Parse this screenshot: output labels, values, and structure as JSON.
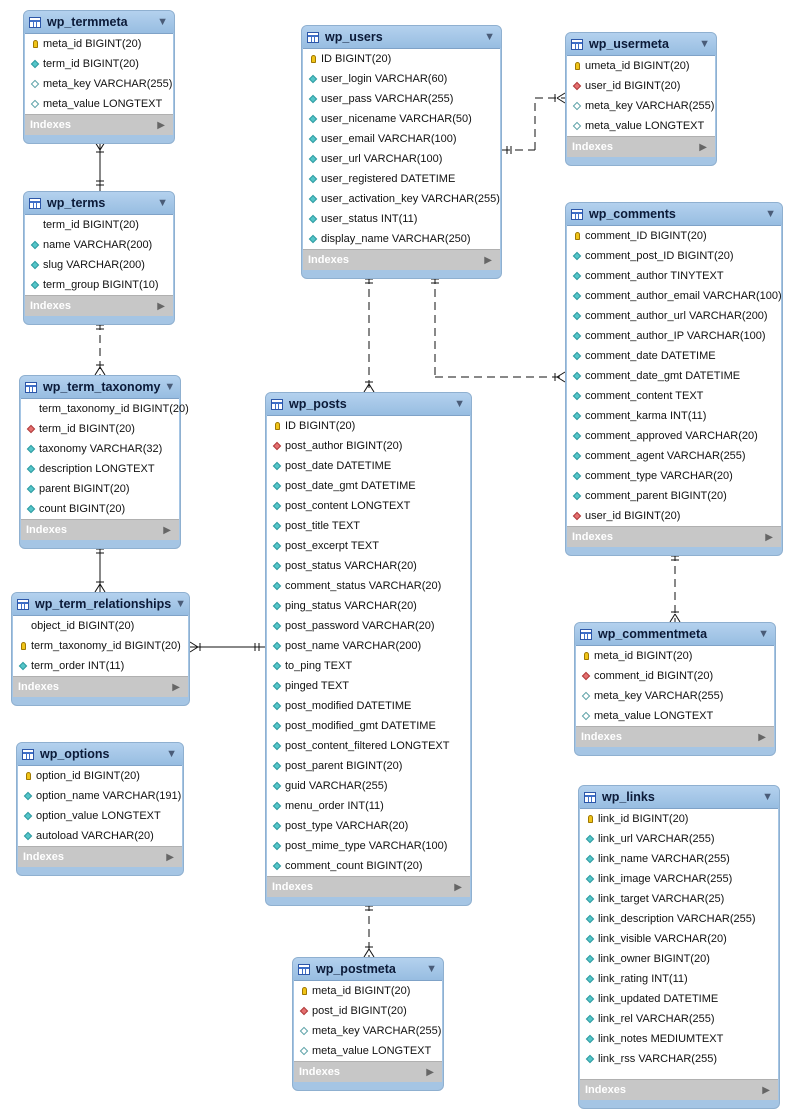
{
  "tables": [
    {
      "id": "wp_termmeta",
      "name": "wp_termmeta",
      "indexes": "Indexes",
      "columns": [
        {
          "text": "meta_id BIGINT(20)",
          "kind": "pk"
        },
        {
          "text": "term_id BIGINT(20)",
          "kind": "col"
        },
        {
          "text": "meta_key VARCHAR(255)",
          "kind": "nul"
        },
        {
          "text": "meta_value LONGTEXT",
          "kind": "nul"
        }
      ]
    },
    {
      "id": "wp_terms",
      "name": "wp_terms",
      "indexes": "Indexes",
      "columns": [
        {
          "text": "term_id BIGINT(20)",
          "kind": "none"
        },
        {
          "text": "name VARCHAR(200)",
          "kind": "col"
        },
        {
          "text": "slug VARCHAR(200)",
          "kind": "col"
        },
        {
          "text": "term_group BIGINT(10)",
          "kind": "col"
        }
      ]
    },
    {
      "id": "wp_term_taxonomy",
      "name": "wp_term_taxonomy",
      "indexes": "Indexes",
      "columns": [
        {
          "text": "term_taxonomy_id BIGINT(20)",
          "kind": "none"
        },
        {
          "text": "term_id BIGINT(20)",
          "kind": "fk"
        },
        {
          "text": "taxonomy VARCHAR(32)",
          "kind": "col"
        },
        {
          "text": "description LONGTEXT",
          "kind": "col"
        },
        {
          "text": "parent BIGINT(20)",
          "kind": "col"
        },
        {
          "text": "count BIGINT(20)",
          "kind": "col"
        }
      ]
    },
    {
      "id": "wp_term_relationships",
      "name": "wp_term_relationships",
      "indexes": "Indexes",
      "columns": [
        {
          "text": "object_id BIGINT(20)",
          "kind": "none"
        },
        {
          "text": "term_taxonomy_id BIGINT(20)",
          "kind": "pk"
        },
        {
          "text": "term_order INT(11)",
          "kind": "col"
        }
      ]
    },
    {
      "id": "wp_options",
      "name": "wp_options",
      "indexes": "Indexes",
      "columns": [
        {
          "text": "option_id BIGINT(20)",
          "kind": "pk"
        },
        {
          "text": "option_name VARCHAR(191)",
          "kind": "col"
        },
        {
          "text": "option_value LONGTEXT",
          "kind": "col"
        },
        {
          "text": "autoload VARCHAR(20)",
          "kind": "col"
        }
      ]
    },
    {
      "id": "wp_users",
      "name": "wp_users",
      "indexes": "Indexes",
      "columns": [
        {
          "text": "ID BIGINT(20)",
          "kind": "pk"
        },
        {
          "text": "user_login VARCHAR(60)",
          "kind": "col"
        },
        {
          "text": "user_pass VARCHAR(255)",
          "kind": "col"
        },
        {
          "text": "user_nicename VARCHAR(50)",
          "kind": "col"
        },
        {
          "text": "user_email VARCHAR(100)",
          "kind": "col"
        },
        {
          "text": "user_url VARCHAR(100)",
          "kind": "col"
        },
        {
          "text": "user_registered DATETIME",
          "kind": "col"
        },
        {
          "text": "user_activation_key VARCHAR(255)",
          "kind": "col"
        },
        {
          "text": "user_status INT(11)",
          "kind": "col"
        },
        {
          "text": "display_name VARCHAR(250)",
          "kind": "col"
        }
      ]
    },
    {
      "id": "wp_posts",
      "name": "wp_posts",
      "indexes": "Indexes",
      "columns": [
        {
          "text": "ID BIGINT(20)",
          "kind": "pk"
        },
        {
          "text": "post_author BIGINT(20)",
          "kind": "fk"
        },
        {
          "text": "post_date DATETIME",
          "kind": "col"
        },
        {
          "text": "post_date_gmt DATETIME",
          "kind": "col"
        },
        {
          "text": "post_content LONGTEXT",
          "kind": "col"
        },
        {
          "text": "post_title TEXT",
          "kind": "col"
        },
        {
          "text": "post_excerpt TEXT",
          "kind": "col"
        },
        {
          "text": "post_status VARCHAR(20)",
          "kind": "col"
        },
        {
          "text": "comment_status VARCHAR(20)",
          "kind": "col"
        },
        {
          "text": "ping_status VARCHAR(20)",
          "kind": "col"
        },
        {
          "text": "post_password VARCHAR(20)",
          "kind": "col"
        },
        {
          "text": "post_name VARCHAR(200)",
          "kind": "col"
        },
        {
          "text": "to_ping TEXT",
          "kind": "col"
        },
        {
          "text": "pinged TEXT",
          "kind": "col"
        },
        {
          "text": "post_modified DATETIME",
          "kind": "col"
        },
        {
          "text": "post_modified_gmt DATETIME",
          "kind": "col"
        },
        {
          "text": "post_content_filtered LONGTEXT",
          "kind": "col"
        },
        {
          "text": "post_parent BIGINT(20)",
          "kind": "col"
        },
        {
          "text": "guid VARCHAR(255)",
          "kind": "col"
        },
        {
          "text": "menu_order INT(11)",
          "kind": "col"
        },
        {
          "text": "post_type VARCHAR(20)",
          "kind": "col"
        },
        {
          "text": "post_mime_type VARCHAR(100)",
          "kind": "col"
        },
        {
          "text": "comment_count BIGINT(20)",
          "kind": "col"
        }
      ]
    },
    {
      "id": "wp_postmeta",
      "name": "wp_postmeta",
      "indexes": "Indexes",
      "columns": [
        {
          "text": "meta_id BIGINT(20)",
          "kind": "pk"
        },
        {
          "text": "post_id BIGINT(20)",
          "kind": "fk"
        },
        {
          "text": "meta_key VARCHAR(255)",
          "kind": "nul"
        },
        {
          "text": "meta_value LONGTEXT",
          "kind": "nul"
        }
      ]
    },
    {
      "id": "wp_usermeta",
      "name": "wp_usermeta",
      "indexes": "Indexes",
      "columns": [
        {
          "text": "umeta_id BIGINT(20)",
          "kind": "pk"
        },
        {
          "text": "user_id BIGINT(20)",
          "kind": "fk"
        },
        {
          "text": "meta_key VARCHAR(255)",
          "kind": "nul"
        },
        {
          "text": "meta_value LONGTEXT",
          "kind": "nul"
        }
      ]
    },
    {
      "id": "wp_comments",
      "name": "wp_comments",
      "indexes": "Indexes",
      "columns": [
        {
          "text": "comment_ID BIGINT(20)",
          "kind": "pk"
        },
        {
          "text": "comment_post_ID BIGINT(20)",
          "kind": "col"
        },
        {
          "text": "comment_author TINYTEXT",
          "kind": "col"
        },
        {
          "text": "comment_author_email VARCHAR(100)",
          "kind": "col"
        },
        {
          "text": "comment_author_url VARCHAR(200)",
          "kind": "col"
        },
        {
          "text": "comment_author_IP VARCHAR(100)",
          "kind": "col"
        },
        {
          "text": "comment_date DATETIME",
          "kind": "col"
        },
        {
          "text": "comment_date_gmt DATETIME",
          "kind": "col"
        },
        {
          "text": "comment_content TEXT",
          "kind": "col"
        },
        {
          "text": "comment_karma INT(11)",
          "kind": "col"
        },
        {
          "text": "comment_approved VARCHAR(20)",
          "kind": "col"
        },
        {
          "text": "comment_agent VARCHAR(255)",
          "kind": "col"
        },
        {
          "text": "comment_type VARCHAR(20)",
          "kind": "col"
        },
        {
          "text": "comment_parent BIGINT(20)",
          "kind": "col"
        },
        {
          "text": "user_id BIGINT(20)",
          "kind": "fk"
        }
      ]
    },
    {
      "id": "wp_commentmeta",
      "name": "wp_commentmeta",
      "indexes": "Indexes",
      "columns": [
        {
          "text": "meta_id BIGINT(20)",
          "kind": "pk"
        },
        {
          "text": "comment_id BIGINT(20)",
          "kind": "fk"
        },
        {
          "text": "meta_key VARCHAR(255)",
          "kind": "nul"
        },
        {
          "text": "meta_value LONGTEXT",
          "kind": "nul"
        }
      ]
    },
    {
      "id": "wp_links",
      "name": "wp_links",
      "indexes": "Indexes",
      "columns": [
        {
          "text": "link_id BIGINT(20)",
          "kind": "pk"
        },
        {
          "text": "link_url VARCHAR(255)",
          "kind": "col"
        },
        {
          "text": "link_name VARCHAR(255)",
          "kind": "col"
        },
        {
          "text": "link_image VARCHAR(255)",
          "kind": "col"
        },
        {
          "text": "link_target VARCHAR(25)",
          "kind": "col"
        },
        {
          "text": "link_description VARCHAR(255)",
          "kind": "col"
        },
        {
          "text": "link_visible VARCHAR(20)",
          "kind": "col"
        },
        {
          "text": "link_owner BIGINT(20)",
          "kind": "col"
        },
        {
          "text": "link_rating INT(11)",
          "kind": "col"
        },
        {
          "text": "link_updated DATETIME",
          "kind": "col"
        },
        {
          "text": "link_rel VARCHAR(255)",
          "kind": "col"
        },
        {
          "text": "link_notes MEDIUMTEXT",
          "kind": "col"
        },
        {
          "text": "link_rss VARCHAR(255)",
          "kind": "col"
        }
      ]
    }
  ],
  "relationships": [
    {
      "from": "wp_termmeta",
      "to": "wp_terms",
      "style": "solid"
    },
    {
      "from": "wp_terms",
      "to": "wp_term_taxonomy",
      "style": "dashed"
    },
    {
      "from": "wp_term_taxonomy",
      "to": "wp_term_relationships",
      "style": "solid"
    },
    {
      "from": "wp_term_relationships",
      "to": "wp_posts",
      "style": "solid"
    },
    {
      "from": "wp_users",
      "to": "wp_usermeta",
      "style": "dashed"
    },
    {
      "from": "wp_users",
      "to": "wp_posts",
      "style": "dashed"
    },
    {
      "from": "wp_users",
      "to": "wp_comments",
      "style": "dashed"
    },
    {
      "from": "wp_posts",
      "to": "wp_postmeta",
      "style": "dashed"
    },
    {
      "from": "wp_comments",
      "to": "wp_commentmeta",
      "style": "dashed"
    }
  ],
  "colors": {
    "header": "#a5c5e4",
    "pk": "#f0c419",
    "column": "#54c5c8",
    "fk": "#e46f6f",
    "footer": "#c7c7c7"
  }
}
